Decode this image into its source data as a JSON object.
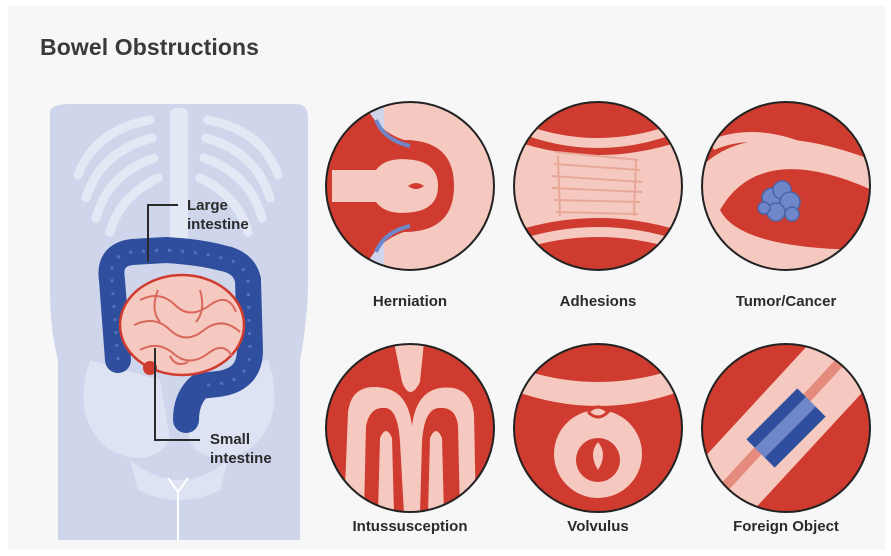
{
  "title": "Bowel Obstructions",
  "labels": {
    "large_intestine": [
      "Large",
      "intestine"
    ],
    "small_intestine": [
      "Small",
      "intestine"
    ]
  },
  "conditions": [
    {
      "name": "Herniation"
    },
    {
      "name": "Adhesions"
    },
    {
      "name": "Tumor/Cancer"
    },
    {
      "name": "Intussusception"
    },
    {
      "name": "Volvulus"
    },
    {
      "name": "Foreign Object"
    }
  ],
  "colors": {
    "bowel_wall": "#cf3b2e",
    "bowel_lining": "#f6c9c0",
    "large_intestine": "#2f4f9e",
    "body": "#cfd6ec",
    "tumor": "#6f86c8"
  }
}
